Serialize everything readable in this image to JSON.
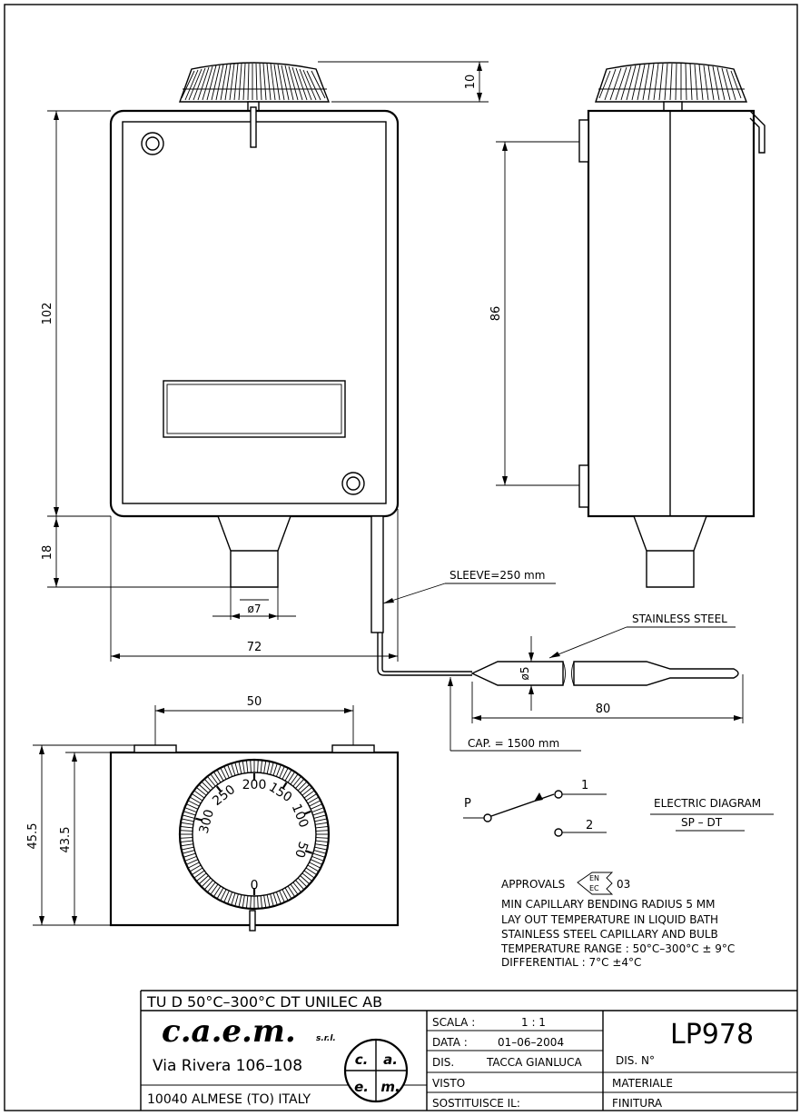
{
  "dimensions": {
    "knob_height": "10",
    "body_height": "102",
    "side_height": "86",
    "neck_height": "18",
    "neck_diameter": "ø7",
    "body_width": "72",
    "sleeve_label": "SLEEVE=250 mm",
    "bulb_material": "STAINLESS STEEL",
    "bulb_diameter": "ø5",
    "bulb_length": "80",
    "capillary_label": "CAP. = 1500 mm",
    "top_width": "50",
    "front_depth_outer": "45.5",
    "front_depth_inner": "43.5"
  },
  "dial": {
    "labels": [
      "200",
      "150",
      "100",
      "50",
      "0",
      "300",
      "250"
    ]
  },
  "electric": {
    "title": "ELECTRIC DIAGRAM",
    "subtitle": "SP – DT",
    "terminal_p": "P",
    "terminal_1": "1",
    "terminal_2": "2"
  },
  "notes": {
    "approvals_label": "APPROVALS",
    "approvals_mark": "EN",
    "approvals_mark2": "EC",
    "approvals_code": "03",
    "lines": [
      "MIN CAPILLARY BENDING RADIUS 5 MM",
      "LAY OUT TEMPERATURE IN LIQUID BATH",
      "STAINLESS STEEL CAPILLARY AND BULB",
      "TEMPERATURE RANGE : 50°C–300°C ± 9°C",
      "DIFFERENTIAL : 7°C ±4°C"
    ]
  },
  "title_block": {
    "product": "TU D 50°C–300°C DT UNILEC AB",
    "company": "c.a.e.m.",
    "company_suffix": "s.r.l.",
    "address1": "Via Rivera 106–108",
    "address2": "10040 ALMESE (TO) ITALY",
    "logo": [
      "c.",
      "a.",
      "e.",
      "m."
    ],
    "scala_label": "SCALA :",
    "scala_value": "1 : 1",
    "data_label": "DATA :",
    "data_value": "01–06–2004",
    "dis_label": "DIS.",
    "dis_value": "TACCA GIANLUCA",
    "visto_label": "VISTO",
    "sostituisce_label": "SOSTITUISCE IL:",
    "drawing_number": "LP978",
    "dis_n_label": "DIS. N°",
    "materiale_label": "MATERIALE",
    "finitura_label": "FINITURA"
  }
}
